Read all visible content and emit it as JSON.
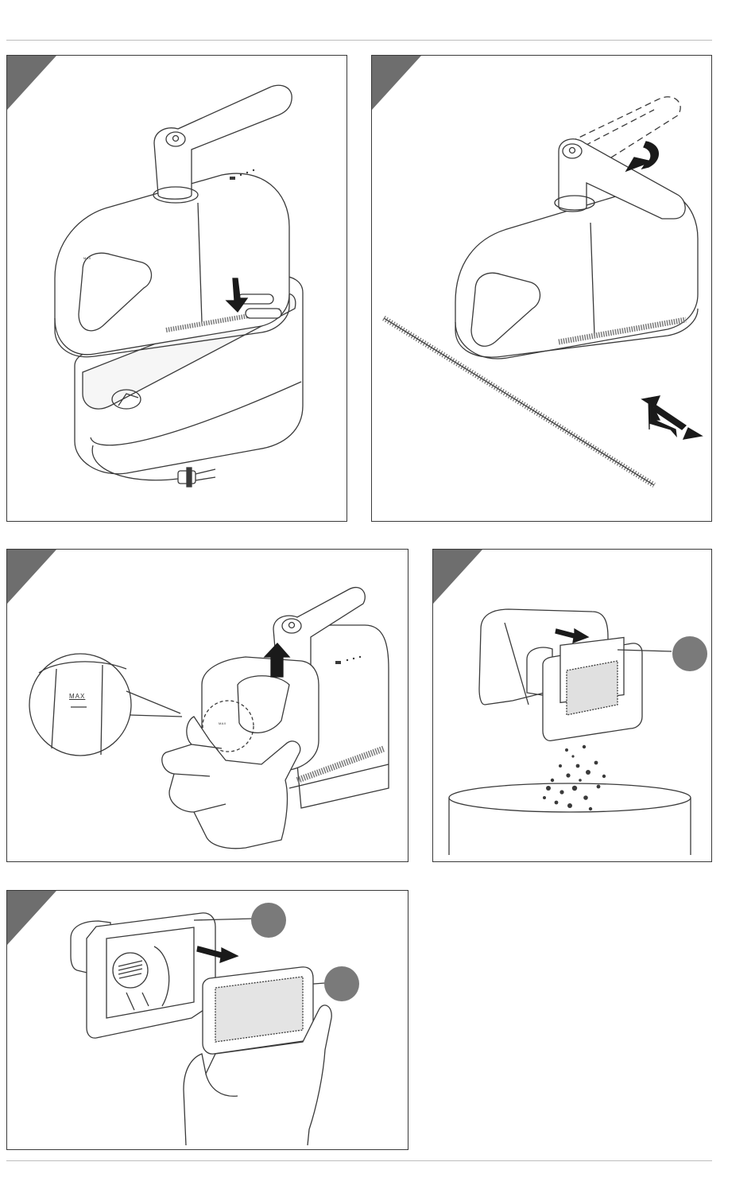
{
  "labels": {
    "max_zoom": "MAX",
    "max_device_1": "MAX",
    "max_device_2": "MAX",
    "max_device_3": "MAX"
  },
  "colors": {
    "corner": "#6e6e6e",
    "badge": "#7a7a7a",
    "line": "#3a3a3a",
    "arrow": "#1a1a1a"
  },
  "icons": [
    "power-icon",
    "battery-indicator-icon",
    "down-arrow-icon",
    "up-arrow-icon",
    "rotate-arrow-icon",
    "double-arrow-icon",
    "plug-icon"
  ]
}
